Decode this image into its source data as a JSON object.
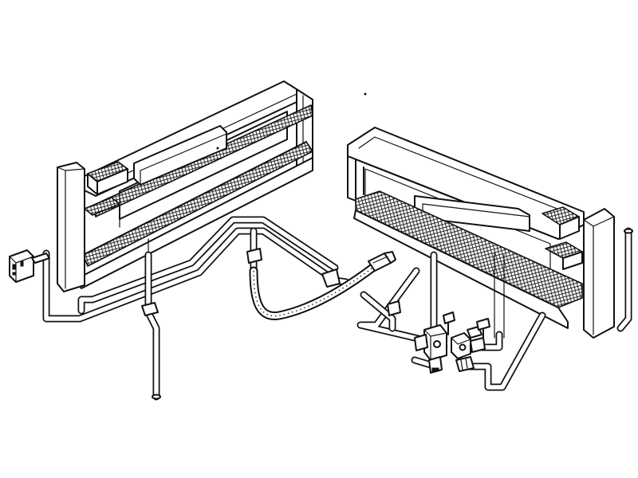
{
  "colors": {
    "ink": "#111111",
    "paper": "#ffffff"
  },
  "components": [
    "left-burner-frame",
    "right-burner-frame",
    "gas-pipe-network",
    "flexible-gas-hose",
    "gas-valve-assembly",
    "wall-plug-connector",
    "hose-end-fitting"
  ]
}
